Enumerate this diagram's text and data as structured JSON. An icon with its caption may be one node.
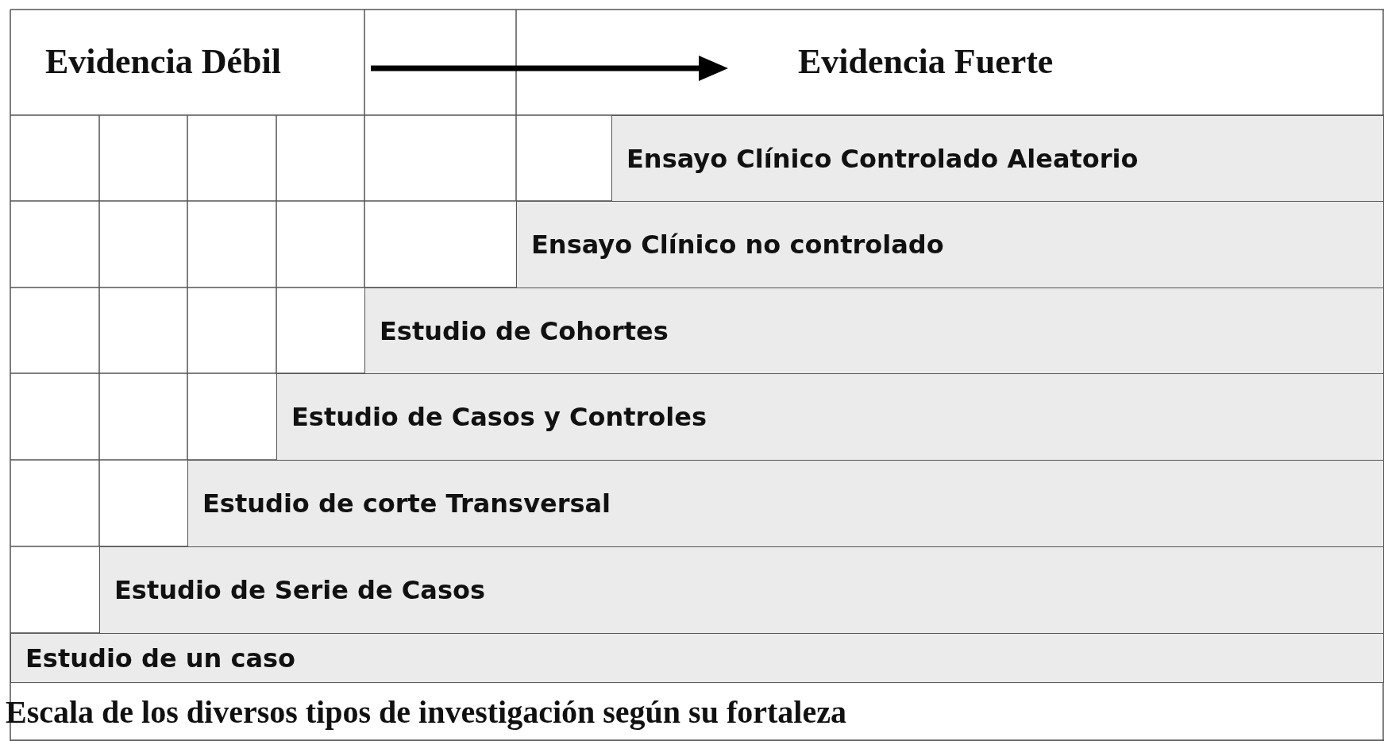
{
  "diagram": {
    "caption": "Escala de los diversos tipos de investigación según su fortaleza",
    "nodes": [
      {
        "text": [
          "Ensayo Clínico Controlado Aleatorio"
        ]
      },
      {
        "text": [
          "Ensayo Clínico no controlado"
        ]
      },
      {
        "text": [
          "Estudio de Cohortes"
        ]
      },
      {
        "text": [
          "Estudio de Casos y Controles"
        ]
      },
      {
        "text": [
          "Estudio de corte Transversal"
        ]
      },
      {
        "text": [
          "Estudio de Serie de Casos"
        ]
      },
      {
        "text": [
          "Estudio de un caso"
        ]
      }
    ],
    "labels": [
      "Evidencia Débil",
      "Evidencia Fuerte"
    ]
  }
}
